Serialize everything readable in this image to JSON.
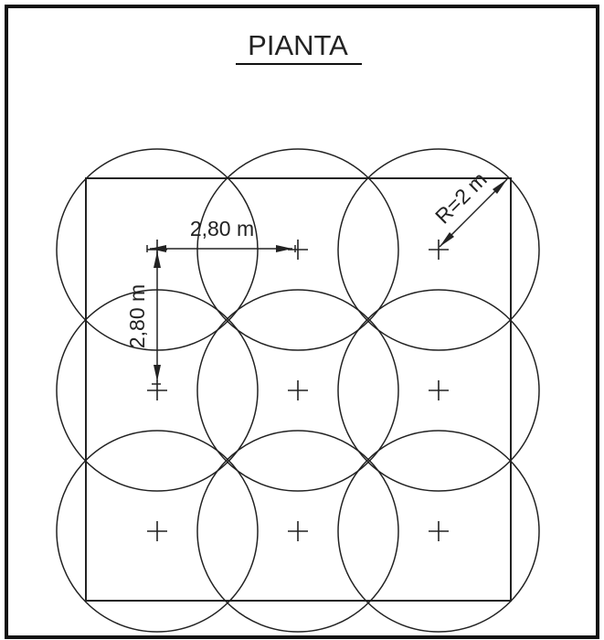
{
  "drawing": {
    "title": "PIANTA",
    "dim_horizontal": "2,80 m",
    "dim_vertical": "2,80 m",
    "radius_label": "R=2 m",
    "colors": {
      "line": "#222222",
      "background": "#ffffff"
    }
  }
}
